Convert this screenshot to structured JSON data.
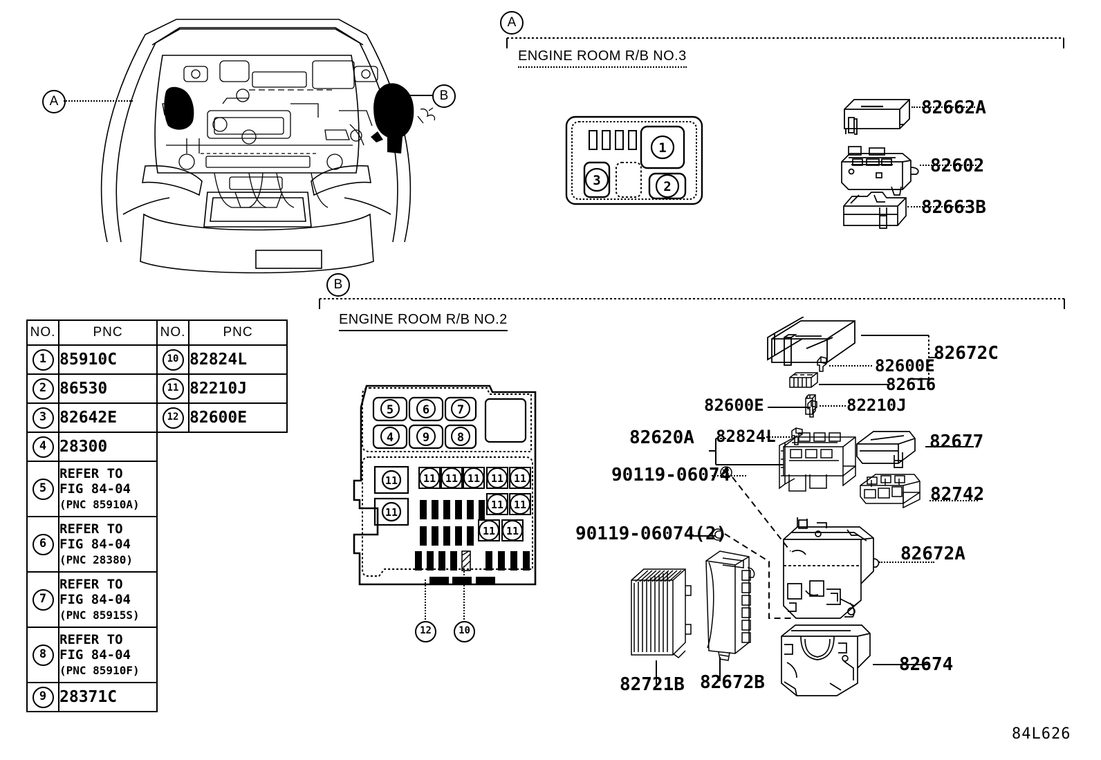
{
  "figure": {
    "code": "84L626"
  },
  "vehicle_callouts": [
    {
      "label": "A",
      "side": "left"
    },
    {
      "label": "B",
      "side": "right"
    }
  ],
  "sections": [
    {
      "id": "A",
      "marker": "A",
      "title": "ENGINE ROOM R/B NO.3",
      "box_callouts": [
        "1",
        "2",
        "3"
      ],
      "parts": [
        {
          "pnc": "82662A"
        },
        {
          "pnc": "82602"
        },
        {
          "pnc": "82663B"
        }
      ]
    },
    {
      "id": "B",
      "marker": "B",
      "title": "ENGINE ROOM R/B NO.2",
      "box_callouts_upper": [
        "5",
        "6",
        "7",
        "4",
        "9",
        "8"
      ],
      "box_callouts_relay": [
        "11",
        "11",
        "11",
        "11",
        "11",
        "11",
        "11",
        "11",
        "11"
      ],
      "box_leader_callouts": [
        "12",
        "10"
      ],
      "parts": [
        {
          "pnc": "82672C"
        },
        {
          "pnc": "82600E"
        },
        {
          "pnc": "82616"
        },
        {
          "pnc": "82600E"
        },
        {
          "pnc": "82210J"
        },
        {
          "pnc": "82620A"
        },
        {
          "pnc": "82824L"
        },
        {
          "pnc": "82677"
        },
        {
          "pnc": "82742"
        },
        {
          "pnc": "90119-06074"
        },
        {
          "pnc": "90119-06074(2)"
        },
        {
          "pnc": "82672A"
        },
        {
          "pnc": "82721B"
        },
        {
          "pnc": "82672B"
        },
        {
          "pnc": "82674"
        }
      ]
    }
  ],
  "table": {
    "headers": [
      "NO.",
      "PNC",
      "NO.",
      "PNC"
    ],
    "left_rows": [
      {
        "no": "1",
        "pnc": "85910C",
        "type": "simple"
      },
      {
        "no": "2",
        "pnc": "86530",
        "type": "simple"
      },
      {
        "no": "3",
        "pnc": "82642E",
        "type": "simple"
      },
      {
        "no": "4",
        "pnc": "28300",
        "type": "simple"
      },
      {
        "no": "5",
        "line1": "REFER TO",
        "line2": "FIG 84-04",
        "line3": "(PNC 85910A)",
        "type": "refer"
      },
      {
        "no": "6",
        "line1": "REFER TO",
        "line2": "FIG 84-04",
        "line3": "(PNC 28380)",
        "type": "refer"
      },
      {
        "no": "7",
        "line1": "REFER TO",
        "line2": "FIG 84-04",
        "line3": "(PNC 85915S)",
        "type": "refer"
      },
      {
        "no": "8",
        "line1": "REFER TO",
        "line2": "FIG 84-04",
        "line3": "(PNC 85910F)",
        "type": "refer"
      },
      {
        "no": "9",
        "pnc": "28371C",
        "type": "simple"
      }
    ],
    "right_rows": [
      {
        "no": "10",
        "pnc": "82824L"
      },
      {
        "no": "11",
        "pnc": "82210J"
      },
      {
        "no": "12",
        "pnc": "82600E"
      }
    ]
  }
}
